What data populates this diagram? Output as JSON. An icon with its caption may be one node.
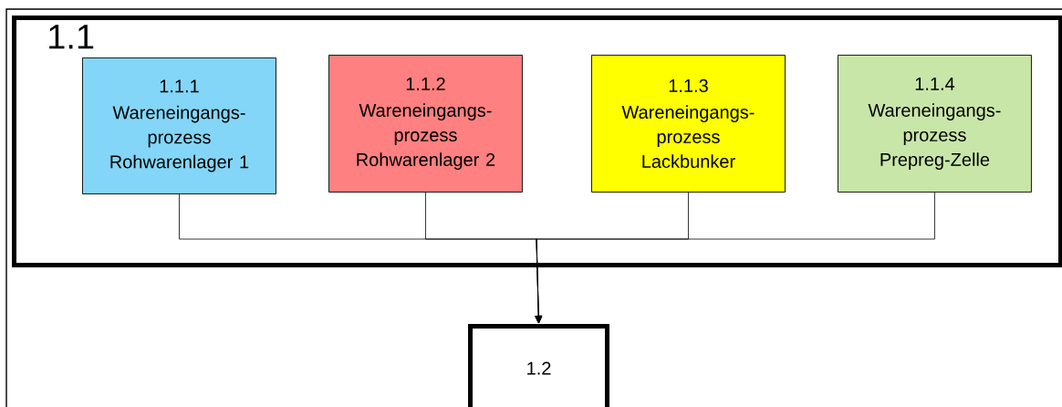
{
  "diagram": {
    "nodes": [
      {
        "text": [
          "1.1"
        ]
      },
      {
        "text": [
          "1.1.1",
          "Wareneingangs- prozess Rohwarenlager 1"
        ],
        "in": 0
      },
      {
        "text": [
          "1.1.2",
          "Wareneingangs- prozess Rohwarenlager 2"
        ],
        "in": 0
      },
      {
        "text": [
          "1.1.3",
          "Wareneingangs- prozess Lackbunker"
        ],
        "in": 0
      },
      {
        "text": [
          "1.1.4",
          "Wareneingangs- prozess Prepreg-Zelle"
        ],
        "in": 0
      },
      {
        "text": [
          "1.2"
        ]
      }
    ],
    "edges": [
      {
        "from": 1,
        "to": 5,
        "arrow": "to"
      },
      {
        "from": 2,
        "to": 5,
        "arrow": "to"
      },
      {
        "from": 3,
        "to": 5,
        "arrow": "to"
      },
      {
        "from": 4,
        "to": 5,
        "arrow": "to"
      }
    ]
  }
}
